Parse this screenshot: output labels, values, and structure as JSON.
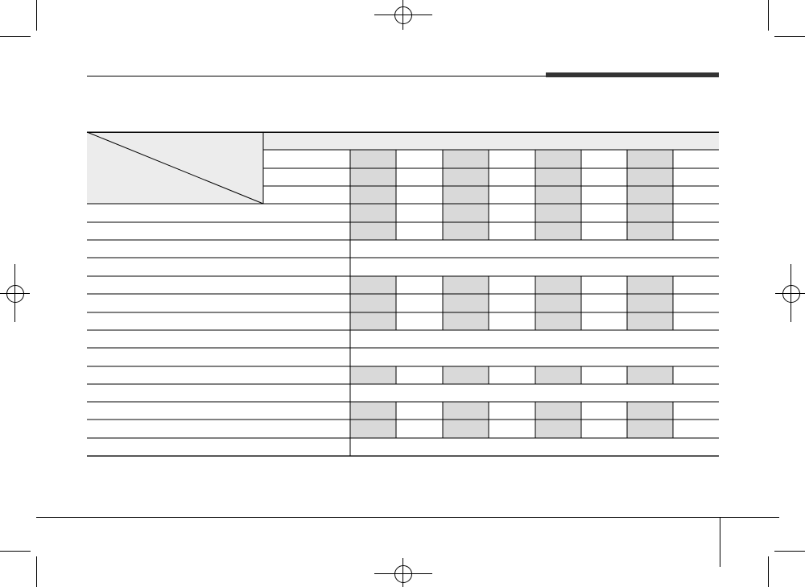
{
  "page": {
    "description_visible_text": []
  },
  "header": {
    "title": ""
  },
  "table": {
    "title_row_label": "",
    "diagonal_header_top": "",
    "diagonal_header_bottom": "",
    "sub_headers": [
      "",
      "",
      ""
    ],
    "rows": [
      {
        "label": "",
        "type": "cells"
      },
      {
        "label": "",
        "type": "cells"
      },
      {
        "label": "",
        "type": "cells"
      },
      {
        "label": "",
        "type": "merged",
        "value": ""
      },
      {
        "label": "",
        "type": "cells"
      },
      {
        "label": "",
        "type": "cells"
      },
      {
        "label": "",
        "type": "cells"
      },
      {
        "label": "",
        "type": "merged",
        "value": ""
      },
      {
        "label": "",
        "type": "merged",
        "value": ""
      },
      {
        "label": "",
        "type": "cells"
      },
      {
        "label": "",
        "type": "merged",
        "value": ""
      },
      {
        "label": "",
        "type": "cells"
      },
      {
        "label": "",
        "type": "cells"
      },
      {
        "label": "",
        "type": "merged",
        "value": ""
      }
    ]
  },
  "footer": {
    "page_number": ""
  }
}
